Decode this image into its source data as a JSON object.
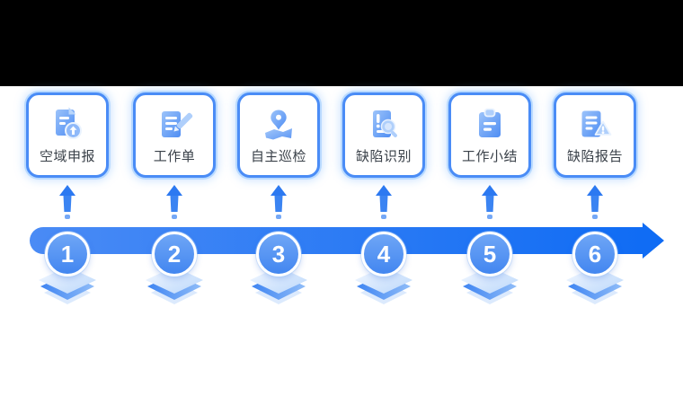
{
  "workflow": {
    "steps": [
      {
        "number": "1",
        "label": "空域申报",
        "icon": "doc-upload-icon"
      },
      {
        "number": "2",
        "label": "工作单",
        "icon": "doc-edit-icon"
      },
      {
        "number": "3",
        "label": "自主巡检",
        "icon": "map-pin-icon"
      },
      {
        "number": "4",
        "label": "缺陷识别",
        "icon": "doc-search-icon"
      },
      {
        "number": "5",
        "label": "工作小结",
        "icon": "clipboard-icon"
      },
      {
        "number": "6",
        "label": "缺陷报告",
        "icon": "doc-warning-icon"
      }
    ],
    "colors": {
      "card_border": "#4a8cf6",
      "icon_blue": "#4e8df3",
      "icon_light": "#afcffb",
      "arrow_blue": "#2c79f1",
      "band_blue": "#0e6bf4",
      "badge_blue": "#4286f0",
      "label_text": "#3a4149",
      "letterbox": "#000000"
    }
  }
}
